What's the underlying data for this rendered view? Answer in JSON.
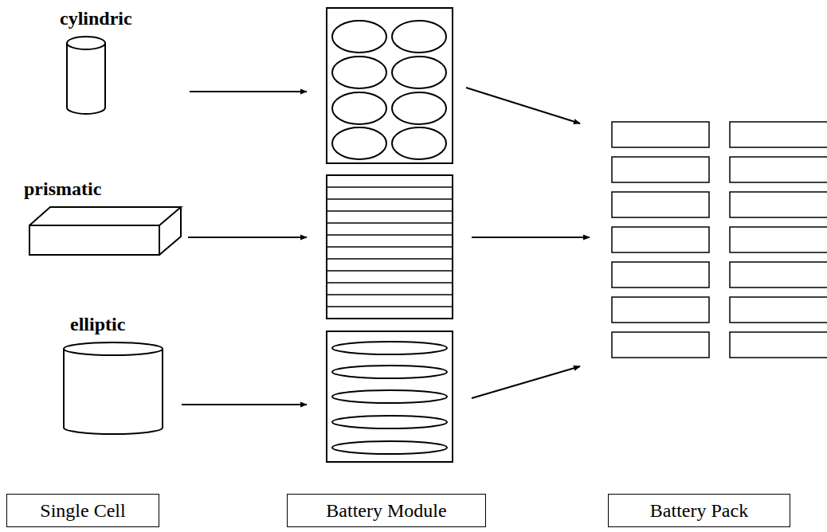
{
  "diagram": {
    "nodes": [
      {
        "text": [
          "cylindric"
        ]
      },
      {
        "text": [
          "prismatic"
        ]
      },
      {
        "text": [
          "elliptic"
        ]
      },
      {
        "text": [
          "Single Cell"
        ]
      },
      {
        "text": [
          "Battery Module"
        ]
      },
      {
        "text": [
          "Battery Pack"
        ]
      }
    ]
  }
}
